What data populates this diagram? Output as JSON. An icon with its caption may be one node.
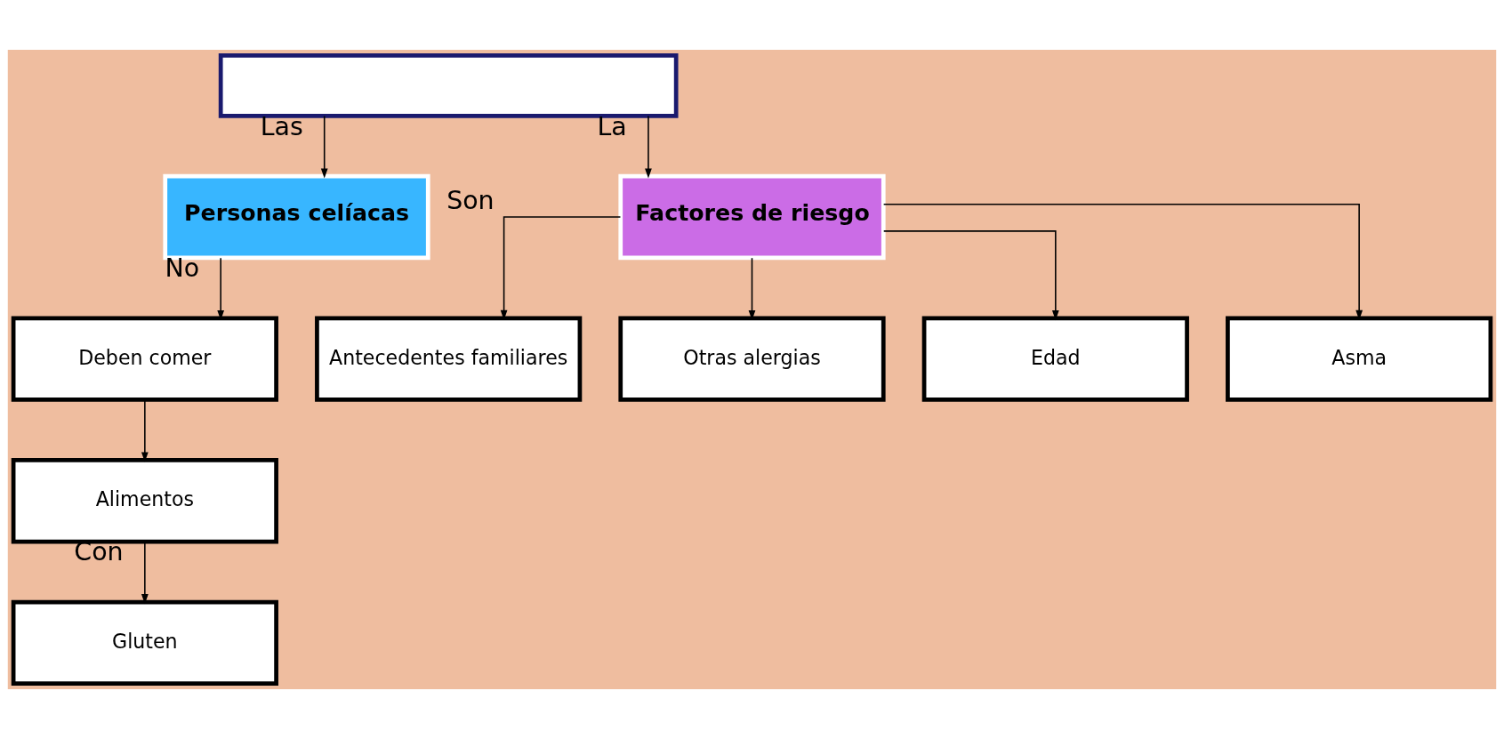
{
  "diagram": {
    "nodes": [
      {
        "text": [],
        "shape": "box"
      },
      {
        "text": [
          "Personas celíacas"
        ]
      },
      {
        "text": [
          "Factores de riesgo"
        ]
      },
      {
        "text": [
          "Deben comer"
        ]
      },
      {
        "text": [
          "Alimentos"
        ]
      },
      {
        "text": [
          "Gluten"
        ]
      },
      {
        "text": [
          "Antecedentes familiares"
        ]
      },
      {
        "text": [
          "Otras alergias"
        ]
      },
      {
        "text": [
          "Edad"
        ]
      },
      {
        "text": [
          "Asma"
        ]
      }
    ],
    "edges": [
      {
        "from": 0,
        "to": 1,
        "arrow": "to",
        "label": "Las"
      },
      {
        "from": 0,
        "to": 2,
        "arrow": "to",
        "label": "La"
      },
      {
        "from": 1,
        "to": 3,
        "arrow": "to",
        "label": "No"
      },
      {
        "from": 3,
        "to": 4,
        "arrow": "to"
      },
      {
        "from": 4,
        "to": 5,
        "arrow": "to",
        "label": "Con"
      },
      {
        "from": 2,
        "to": 6,
        "arrow": "to",
        "label": "Son"
      },
      {
        "from": 2,
        "to": 7,
        "arrow": "to"
      },
      {
        "from": 2,
        "to": 8,
        "arrow": "to"
      },
      {
        "from": 2,
        "to": 9,
        "arrow": "to"
      }
    ]
  }
}
